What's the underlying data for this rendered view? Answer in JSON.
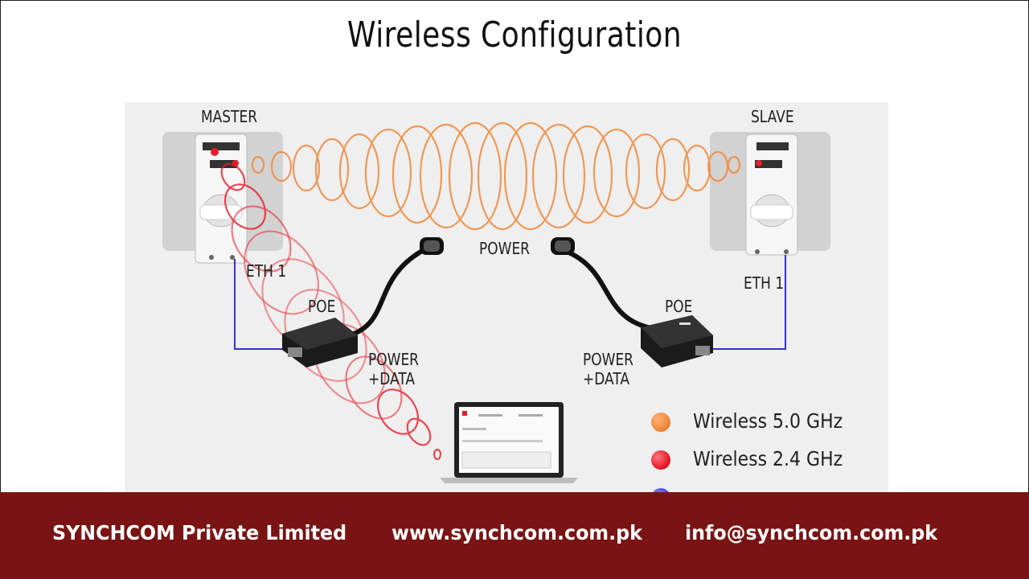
{
  "slide": {
    "title": "Wireless Configuration"
  },
  "diagram": {
    "master_label": "MASTER",
    "slave_label": "SLAVE",
    "power_label": "POWER",
    "eth_master_label": "ETH 1",
    "eth_slave_label": "ETH 1",
    "poe_master_label": "POE",
    "poe_slave_label": "POE",
    "power_data_master": {
      "line1": "POWER",
      "line2": "+DATA"
    },
    "power_data_slave": {
      "line1": "POWER",
      "line2": "+DATA"
    }
  },
  "legend": {
    "items": [
      {
        "label": "Wireless 5.0 GHz",
        "color": "#f08a3c"
      },
      {
        "label": "Wireless 2.4 GHz",
        "color": "#e81c2a"
      },
      {
        "label": "",
        "color": "#4a3fe0"
      }
    ]
  },
  "footer": {
    "company": "SYNCHCOM Private Limited",
    "website": "www.synchcom.com.pk",
    "email": "info@synchcom.com.pk"
  },
  "colors": {
    "footer_bg": "#7a1414",
    "wave_5ghz": "#f08a3c",
    "wave_24ghz": "#e81c2a",
    "lan_cable": "#3a2fd0"
  }
}
